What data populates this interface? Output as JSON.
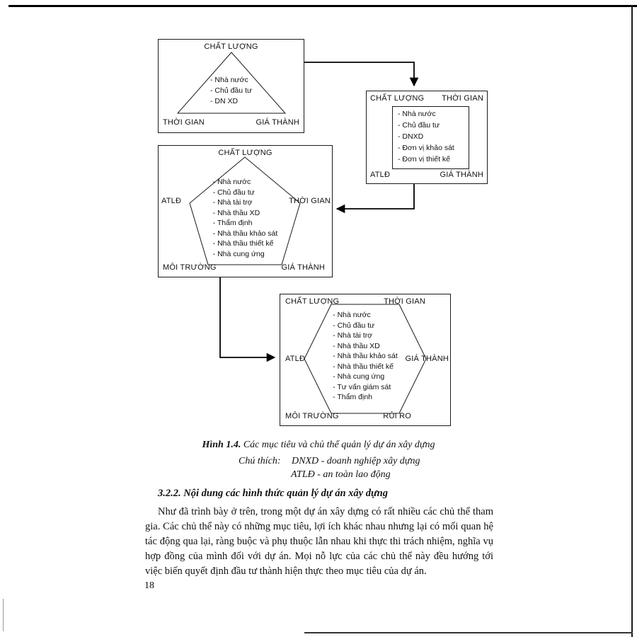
{
  "page": {
    "number": "18"
  },
  "diagram": {
    "boxes": [
      {
        "shape": "triangle",
        "labels": {
          "top": "CHẤT LƯỢNG",
          "bottom_left": "THỜI GIAN",
          "bottom_right": "GIÁ THÀNH"
        },
        "members": [
          "- Nhà nước",
          "- Chủ đầu tư",
          "- DN XD"
        ]
      },
      {
        "shape": "rectangle",
        "labels": {
          "top_left": "CHẤT LƯỢNG",
          "top_right": "THỜI GIAN",
          "bottom_left": "ATLĐ",
          "bottom_right": "GIÁ THÀNH"
        },
        "members": [
          "- Nhà nước",
          "- Chủ đầu tư",
          "- DNXD",
          "- Đơn vị khảo sát",
          "- Đơn vị thiết kế"
        ]
      },
      {
        "shape": "pentagon",
        "labels": {
          "top": "CHẤT LƯỢNG",
          "left": "ATLĐ",
          "right": "THỜI GIAN",
          "bottom_left": "MÔI TRƯỜNG",
          "bottom_right": "GIÁ THÀNH"
        },
        "members": [
          "- Nhà nước",
          "- Chủ đầu tư",
          "- Nhà tài trợ",
          "- Nhà thầu XD",
          "- Thẩm định",
          "- Nhà thầu khảo sát",
          "- Nhà thầu thiết kế",
          "- Nhà cung ứng"
        ]
      },
      {
        "shape": "hexagon",
        "labels": {
          "top_left": "CHẤT LƯỢNG",
          "top_right": "THỜI GIAN",
          "left": "ATLĐ",
          "right": "GIÁ THÀNH",
          "bottom_left": "MÔI TRƯỜNG",
          "bottom_right": "RỦI RO"
        },
        "members": [
          "- Nhà nước",
          "- Chủ đầu tư",
          "- Nhà tài trợ",
          "- Nhà thầu XD",
          "- Nhà thầu khảo sát",
          "- Nhà thầu thiết kế",
          "- Nhà cung ứng",
          "- Tư vấn giám sát",
          "- Thẩm định"
        ]
      }
    ]
  },
  "figure": {
    "caption_label": "Hình 1.4.",
    "caption_text": " Các mục tiêu và chủ thể quản lý dự án xây dựng",
    "legend_intro": "Chú thích:",
    "legend_items": [
      "DNXD - doanh nghiệp xây dựng",
      "ATLĐ - an toàn lao động"
    ]
  },
  "section": {
    "heading": "3.2.2. Nội dung các hình thức quản lý dự án xây dựng",
    "paragraph": "Như đã trình bày ở trên, trong một dự án xây dựng có rất nhiều các chủ thể tham gia. Các chủ thể này có những mục tiêu, lợi ích khác nhau nhưng lại có mối quan hệ tác động qua lại, ràng buộc và phụ thuộc lẫn nhau khi thực thi trách nhiệm, nghĩa vụ hợp đồng của mình đối với dự án. Mọi nỗ lực của các chủ thể này đều hướng tới việc biến quyết định đầu tư thành hiện thực theo mục tiêu của dự án."
  }
}
